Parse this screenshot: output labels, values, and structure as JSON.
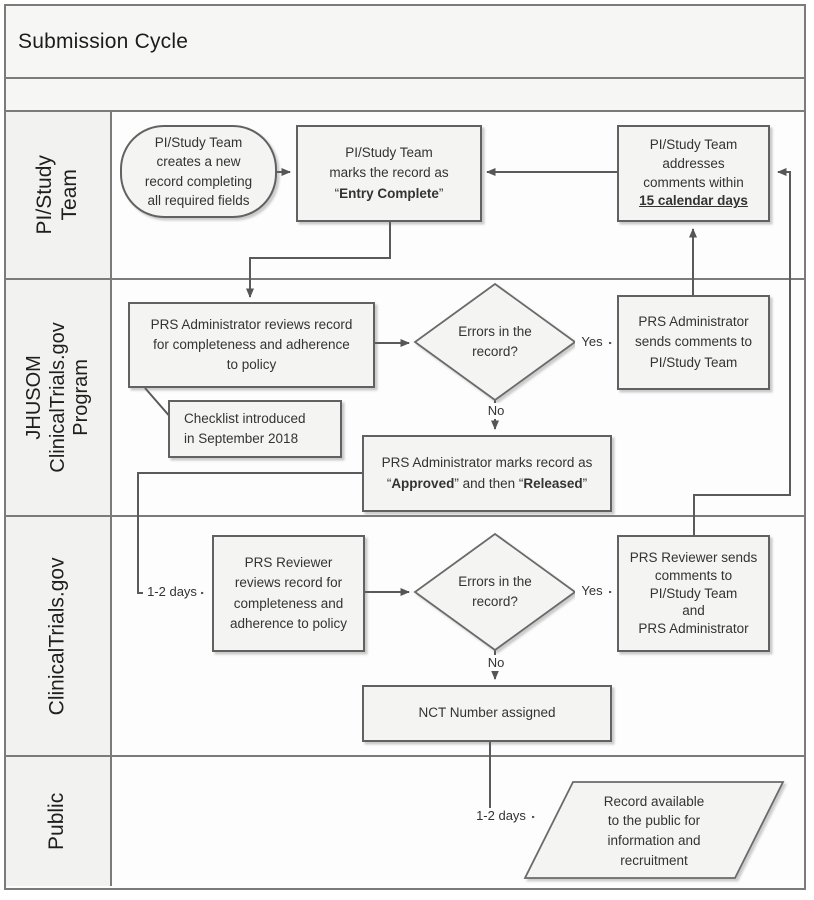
{
  "title": "Submission Cycle",
  "lanes": [
    {
      "label": "PI/Study\nTeam"
    },
    {
      "label": "JHUSOM\nClinicalTrials.gov\nProgram"
    },
    {
      "label": "ClinicalTrials.gov"
    },
    {
      "label": "Public"
    }
  ],
  "nodes": {
    "create_record": "PI/Study Team\ncreates a new\nrecord completing\nall required fields",
    "entry_complete": {
      "l1": "PI/Study Team",
      "l2": "marks the record as",
      "pre": "“",
      "bold": "Entry Complete",
      "post": "”"
    },
    "addresses": {
      "l1": "PI/Study Team",
      "l2": "addresses",
      "l3": "comments within",
      "bold_underline": "15 calendar days"
    },
    "admin_reviews": "PRS Administrator reviews record\nfor completeness and adherence\nto policy",
    "errors1": "Errors in the\nrecord?",
    "admin_sends": "PRS Administrator\nsends comments to\nPI/Study Team",
    "checklist": "Checklist introduced\nin September 2018",
    "approved": {
      "l1": "PRS Administrator marks record as",
      "pre": "“",
      "b1": "Approved",
      "mid": "” and then “",
      "b2": "Released",
      "post": "”"
    },
    "reviewer_reviews": "PRS Reviewer\nreviews record for\ncompleteness and\nadherence to policy",
    "errors2": "Errors in the\nrecord?",
    "reviewer_sends": "PRS Reviewer sends\ncomments to\nPI/Study Team\nand\nPRS Administrator",
    "nct": "NCT Number assigned",
    "record_available": "Record available\nto the public for\ninformation and\nrecruitment"
  },
  "edge_labels": {
    "yes1": "Yes",
    "no1": "No",
    "yes2": "Yes",
    "no2": "No",
    "days1": "1-2 days",
    "days2": "1-2 days"
  },
  "colors": {
    "frame_border": "#7b7b7b",
    "shape_border": "#616161",
    "shape_fill": "#f4f4f3",
    "lane_fill": "#f2f2f1",
    "wire": "#5a5a5a",
    "text": "#333333"
  }
}
